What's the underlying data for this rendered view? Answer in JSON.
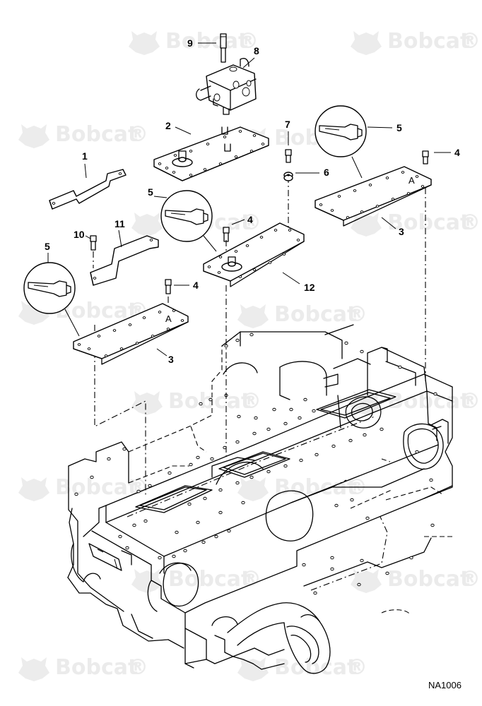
{
  "watermark": {
    "text": "Bobcat",
    "trademark": "®"
  },
  "figure_id": "NA1006",
  "callouts": [
    {
      "id": "c9",
      "label": "9"
    },
    {
      "id": "c8",
      "label": "8"
    },
    {
      "id": "c2",
      "label": "2"
    },
    {
      "id": "c7",
      "label": "7"
    },
    {
      "id": "c5a",
      "label": "5"
    },
    {
      "id": "c4a",
      "label": "4"
    },
    {
      "id": "c1",
      "label": "1"
    },
    {
      "id": "c6",
      "label": "6"
    },
    {
      "id": "c5b",
      "label": "5"
    },
    {
      "id": "c4b",
      "label": "4"
    },
    {
      "id": "c3a",
      "label": "3"
    },
    {
      "id": "c10",
      "label": "10"
    },
    {
      "id": "c11",
      "label": "11"
    },
    {
      "id": "c5c",
      "label": "5"
    },
    {
      "id": "c12",
      "label": "12"
    },
    {
      "id": "c4c",
      "label": "4"
    },
    {
      "id": "c3b",
      "label": "3"
    }
  ]
}
